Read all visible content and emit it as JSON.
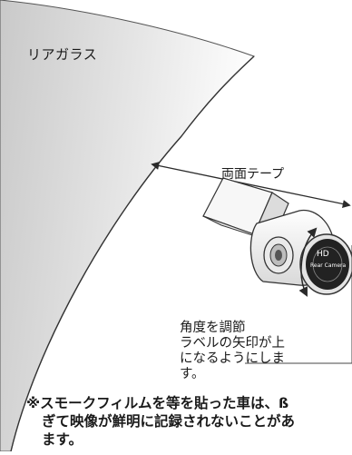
{
  "labels": {
    "rear_glass": "リアガラス",
    "double_sided_tape": "両面テープ",
    "angle_adjust": "角度を調節",
    "angle_instruction_lines": [
      "ラベルの矢印が上",
      "になるようにしま",
      "す。"
    ]
  },
  "camera": {
    "lens_text_line1": "HD",
    "lens_text_line2": "Rear Camera"
  },
  "note_lines": [
    "※スモークフィルムを等を貼った車は、ß",
    "ぎて映像が鮮明に記録されないことがあ",
    "ます。"
  ],
  "colors": {
    "glass_gradient_light": "#ffffff",
    "glass_gradient_dark": "#c9c9c9",
    "line": "#2a2a2a",
    "camera_body": "#f2f2f2",
    "lens_dark": "#222222"
  }
}
